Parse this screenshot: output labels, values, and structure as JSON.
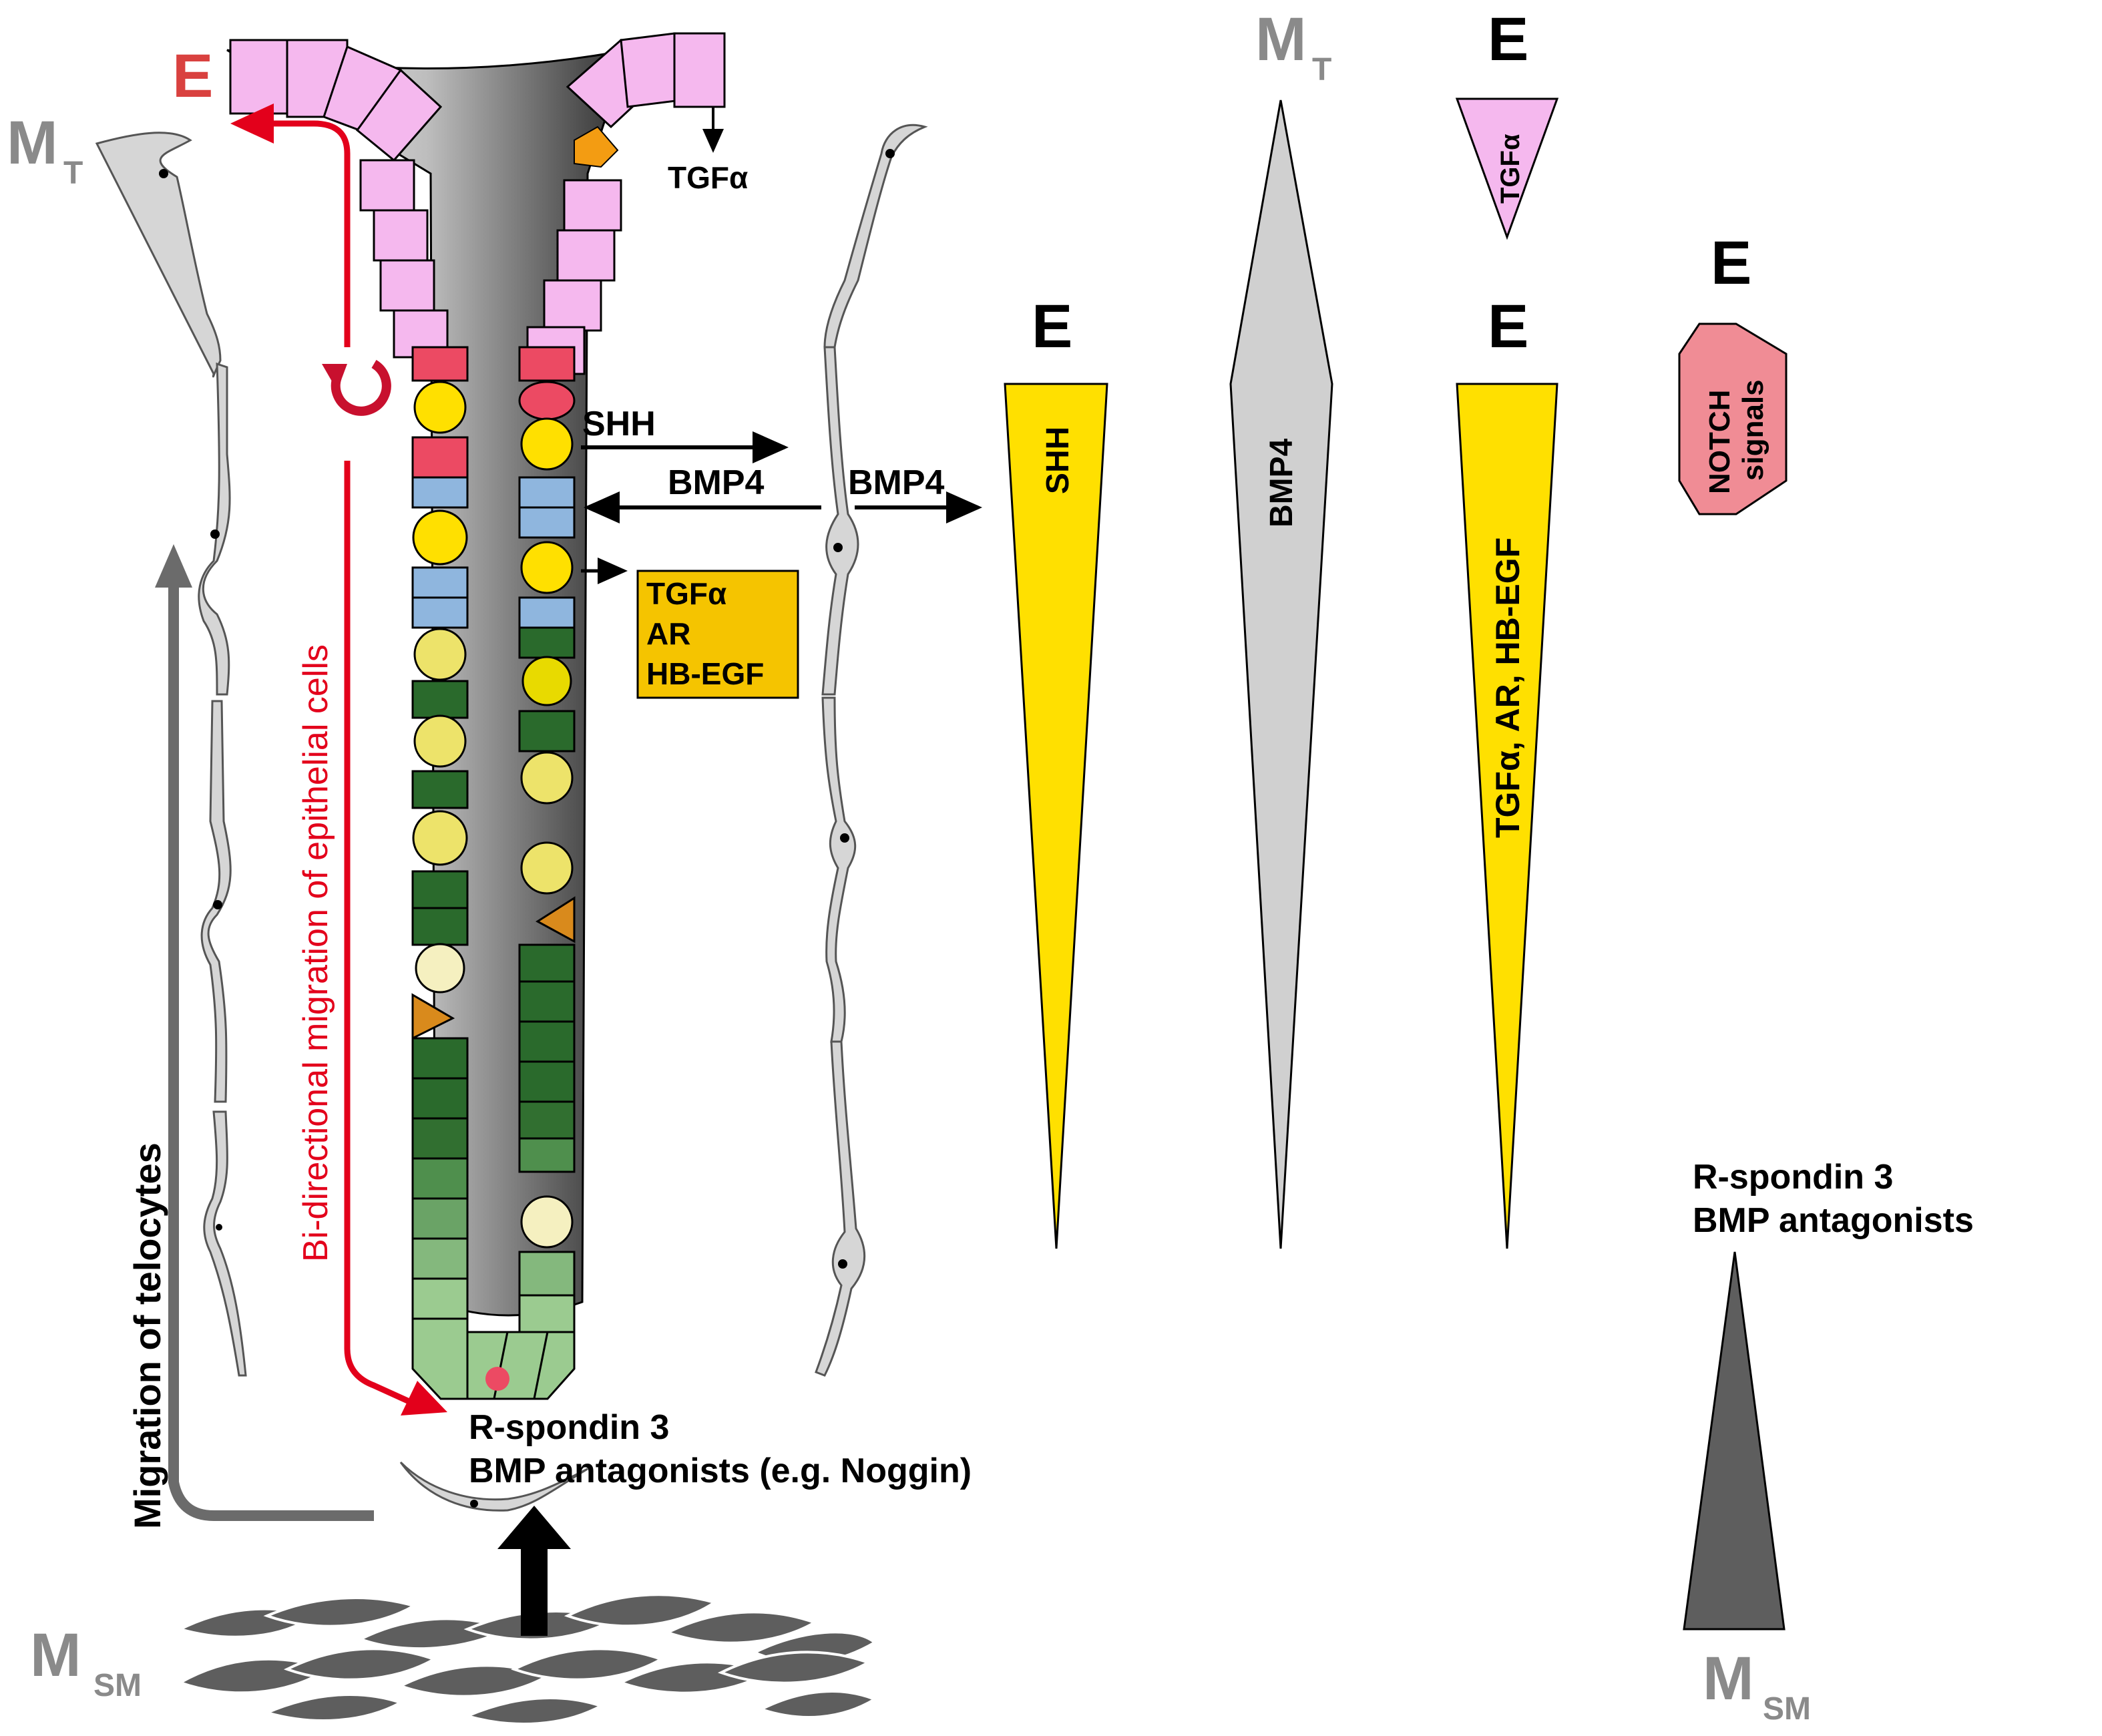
{
  "labels": {
    "E_left": "E",
    "M_letter": "M",
    "T_sub": "T",
    "SM_sub": "SM",
    "tgfa_top": "TGFα",
    "shh": "SHH",
    "bmp4_inner": "BMP4",
    "bmp4_outer": "BMP4",
    "box_line1": "TGFα",
    "box_line2": "AR",
    "box_line3": "HB-EGF",
    "bidirectional": "Bi-directional migration of epithelial cells",
    "migration_telocytes": "Migration of telocytes",
    "rspondin_line1": "R-spondin 3",
    "rspondin_line2": "BMP antagonists (e.g. Noggin)"
  },
  "gradients": {
    "shh_header": "E",
    "shh_label": "SHH",
    "bmp4_header_letter": "M",
    "bmp4_header_sub": "T",
    "bmp4_label": "BMP4",
    "tgfa_header": "E",
    "tgfa_label": "TGFα",
    "egf_header": "E",
    "egf_label": "TGFα, AR, HB-EGF",
    "notch_header": "E",
    "notch_line1": "NOTCH",
    "notch_line2": "signals",
    "rsp_line1": "R-spondin 3",
    "rsp_line2": "BMP antagonists",
    "msm_letter": "M",
    "msm_sub": "SM"
  },
  "colors": {
    "epithelium_pink": "#f5b8ee",
    "paneth_red": "#ec4a63",
    "yellow": "#ffe000",
    "light_blue": "#8fb6de",
    "dark_green": "#2a6a2c",
    "mid_green": "#4f8f4d",
    "light_green": "#9bcb90",
    "telocyte_gray": "#d6d6d6",
    "smooth_muscle": "#5e5e5e",
    "red_arrow": "#e3001b",
    "gray_arrow": "#6b6b6b",
    "label_gray": "#8a8a8a",
    "label_red": "#d9413f"
  }
}
